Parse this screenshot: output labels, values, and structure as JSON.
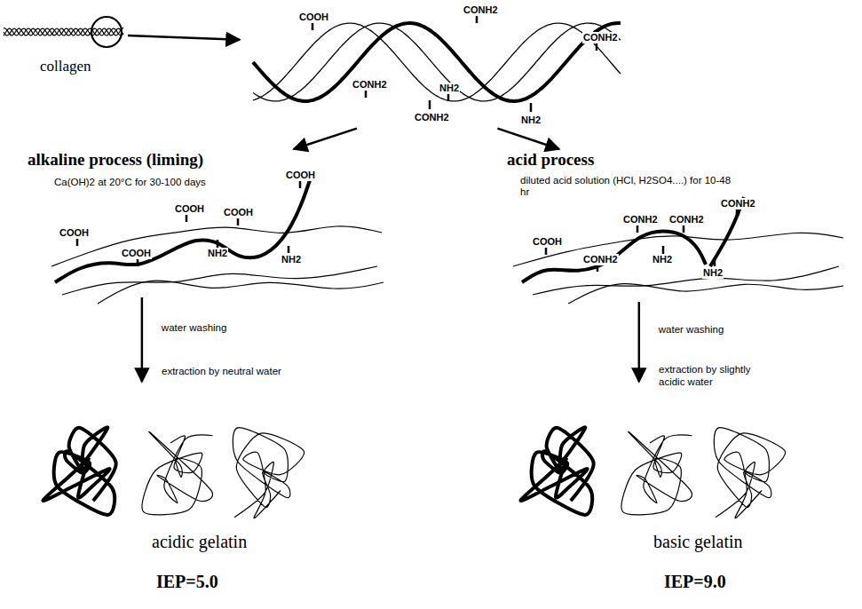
{
  "diagram": {
    "nodes": [
      {
        "text": [
          "collagen"
        ]
      },
      {
        "text": [
          "COOH",
          "CONH2",
          "CONH2",
          "CONH2",
          "NH2",
          "CONH2",
          "NH2"
        ]
      },
      {
        "text": [
          "alkaline process (liming)",
          "Ca(OH)2 at 20°C for 30-100 days",
          "COOH",
          "COOH",
          "COOH",
          "COOH",
          "COOH",
          "NH2",
          "NH2"
        ]
      },
      {
        "text": [
          "acid process",
          "diluted acid solution (HCl, H2SO4....) for 10-48 hr",
          "COOH",
          "CONH2",
          "CONH2",
          "CONH2",
          "CONH2",
          "NH2",
          "NH2"
        ]
      },
      {
        "text": [
          "acidic gelatin",
          "IEP=5.0"
        ]
      },
      {
        "text": [
          "basic gelatin",
          "IEP=9.0"
        ]
      }
    ],
    "edges": [
      {
        "from": 0,
        "to": 1,
        "arrow": "to"
      },
      {
        "from": 1,
        "to": 2,
        "arrow": "to"
      },
      {
        "from": 1,
        "to": 3,
        "arrow": "to"
      },
      {
        "from": 2,
        "to": 4,
        "label": "water washing",
        "arrow": "to"
      },
      {
        "from": 3,
        "to": 5,
        "label": "water washing",
        "arrow": "to"
      }
    ],
    "labels": [
      "extraction by neutral water",
      "extraction by slightly acidic water"
    ]
  }
}
